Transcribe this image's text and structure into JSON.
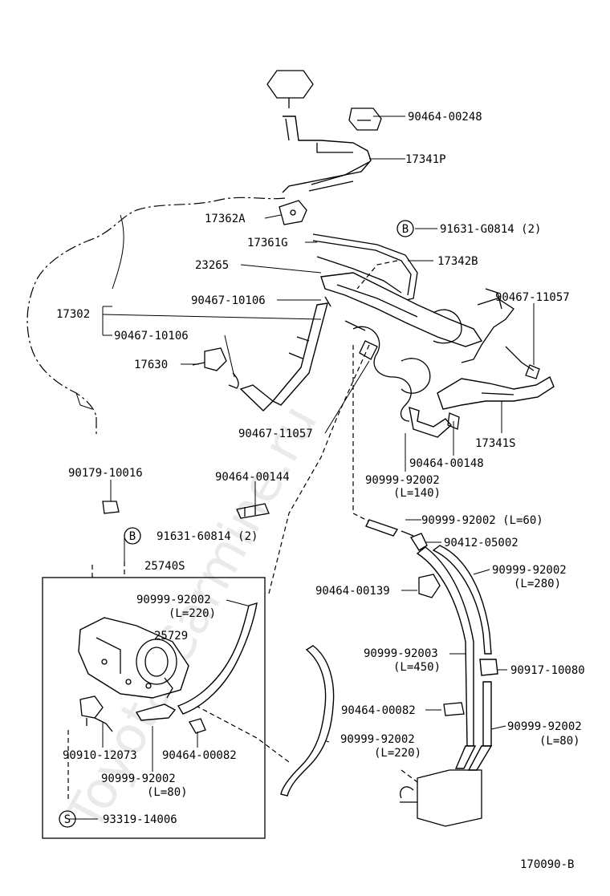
{
  "watermark": "Toyota-Carmine.ru",
  "diagram_code": "170090-B",
  "labels": {
    "p90464_00248": "90464-00248",
    "p17341P": "17341P",
    "p17362A": "17362A",
    "p91631_G0814": "91631-G0814 (2)",
    "p17361G": "17361G",
    "p17342B": "17342B",
    "p23265": "23265",
    "p17302": "17302",
    "p90467_10106_a": "90467-10106",
    "p90467_10106_b": "90467-10106",
    "p90467_11057_a": "90467-11057",
    "p17630": "17630",
    "p90467_11057_b": "90467-11057",
    "p17341S": "17341S",
    "p90464_00148": "90464-00148",
    "p90999_92002_140": "90999-92002",
    "L140": "(L=140)",
    "p90179_10016": "90179-10016",
    "p90464_00144": "90464-00144",
    "p91631_60814": "91631-60814 (2)",
    "p90999_92002_60": "90999-92002 (L=60)",
    "p90412_05002": "90412-05002",
    "p25740S": "25740S",
    "p90999_92002_220a": "90999-92002",
    "L220a": "(L=220)",
    "p90464_00139": "90464-00139",
    "p90999_92002_280": "90999-92002",
    "L280": "(L=280)",
    "p25729": "25729",
    "p90999_92003": "90999-92003",
    "L450": "(L=450)",
    "p90917_10080": "90917-10080",
    "p90464_00082_a": "90464-00082",
    "p90999_92002_80a": "90999-92002",
    "L80a": "(L=80)",
    "p90999_92002_220b": "90999-92002",
    "L220b": "(L=220)",
    "p90910_12073": "90910-12073",
    "p90464_00082_b": "90464-00082",
    "p90999_92002_80b": "90999-92002",
    "L80b": "(L=80)",
    "p93319_14006": "93319-14006"
  },
  "markers": {
    "b1": "B",
    "b2": "B",
    "s1": "S"
  }
}
